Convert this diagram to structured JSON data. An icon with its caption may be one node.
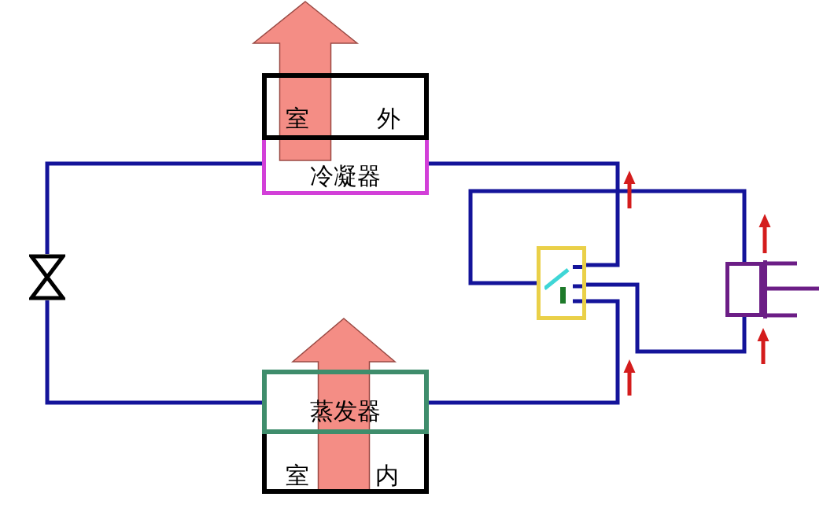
{
  "diagram": {
    "nodes": [
      {
        "text": [
          "室",
          "外"
        ]
      },
      {
        "text": [
          "冷凝器"
        ]
      },
      {
        "text": [],
        "shape": "valve"
      },
      {
        "text": [],
        "shape": "box"
      },
      {
        "text": [],
        "shape": "box"
      },
      {
        "text": [
          "蒸发器"
        ]
      },
      {
        "text": [
          "室",
          "内"
        ]
      }
    ],
    "edges": [
      {
        "from": 1,
        "to": 2,
        "arrow": "none"
      },
      {
        "from": 2,
        "to": 5,
        "arrow": "none"
      },
      {
        "from": 1,
        "to": 3,
        "arrow": "none"
      },
      {
        "from": 5,
        "to": 3,
        "arrow": "none"
      },
      {
        "from": 3,
        "to": 4,
        "arrow": "none"
      },
      {
        "from": 3,
        "to": 4,
        "arrow": "none"
      }
    ]
  }
}
